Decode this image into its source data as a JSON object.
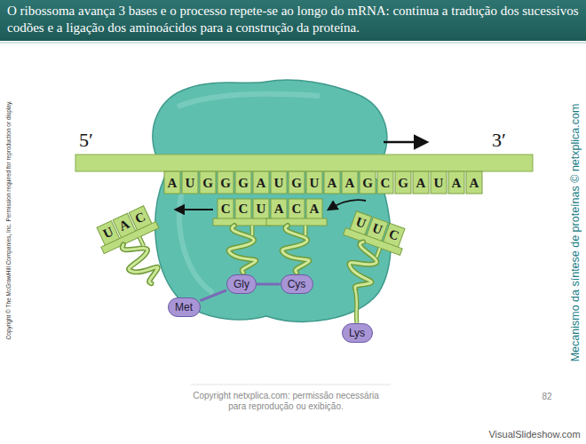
{
  "diagram": {
    "title": "O ribossoma avança 3 bases e o processo repete-se ao longo do mRNA: continua a tradução dos sucessivos codões e a ligação dos aminoácidos para a construção da proteína.",
    "nodes": [
      {
        "text": [
          "Met"
        ]
      },
      {
        "text": [
          "Gly"
        ]
      },
      {
        "text": [
          "Cys"
        ]
      },
      {
        "text": [
          "Lys"
        ]
      }
    ],
    "edges": [
      {
        "from": 0,
        "to": 1,
        "arrow": "none"
      },
      {
        "from": 1,
        "to": 2,
        "arrow": "none"
      }
    ],
    "labels": [
      "Copyright © The McGrawHill Companies, Inc. Permission required for reproduction or display.",
      "5′",
      "3′",
      "A",
      "U",
      "G",
      "G",
      "G",
      "A",
      "U",
      "G",
      "U",
      "A",
      "A",
      "G",
      "C",
      "G",
      "A",
      "U",
      "A",
      "A",
      "UAC",
      "CCU",
      "ACA",
      "UUC",
      "Mecanismo da síntese de proteínas © netxplica.com",
      "Copyright netxplica.com: permissão necessária para reprodução ou exibição.",
      "82",
      "VisualSlideshow.com"
    ]
  }
}
